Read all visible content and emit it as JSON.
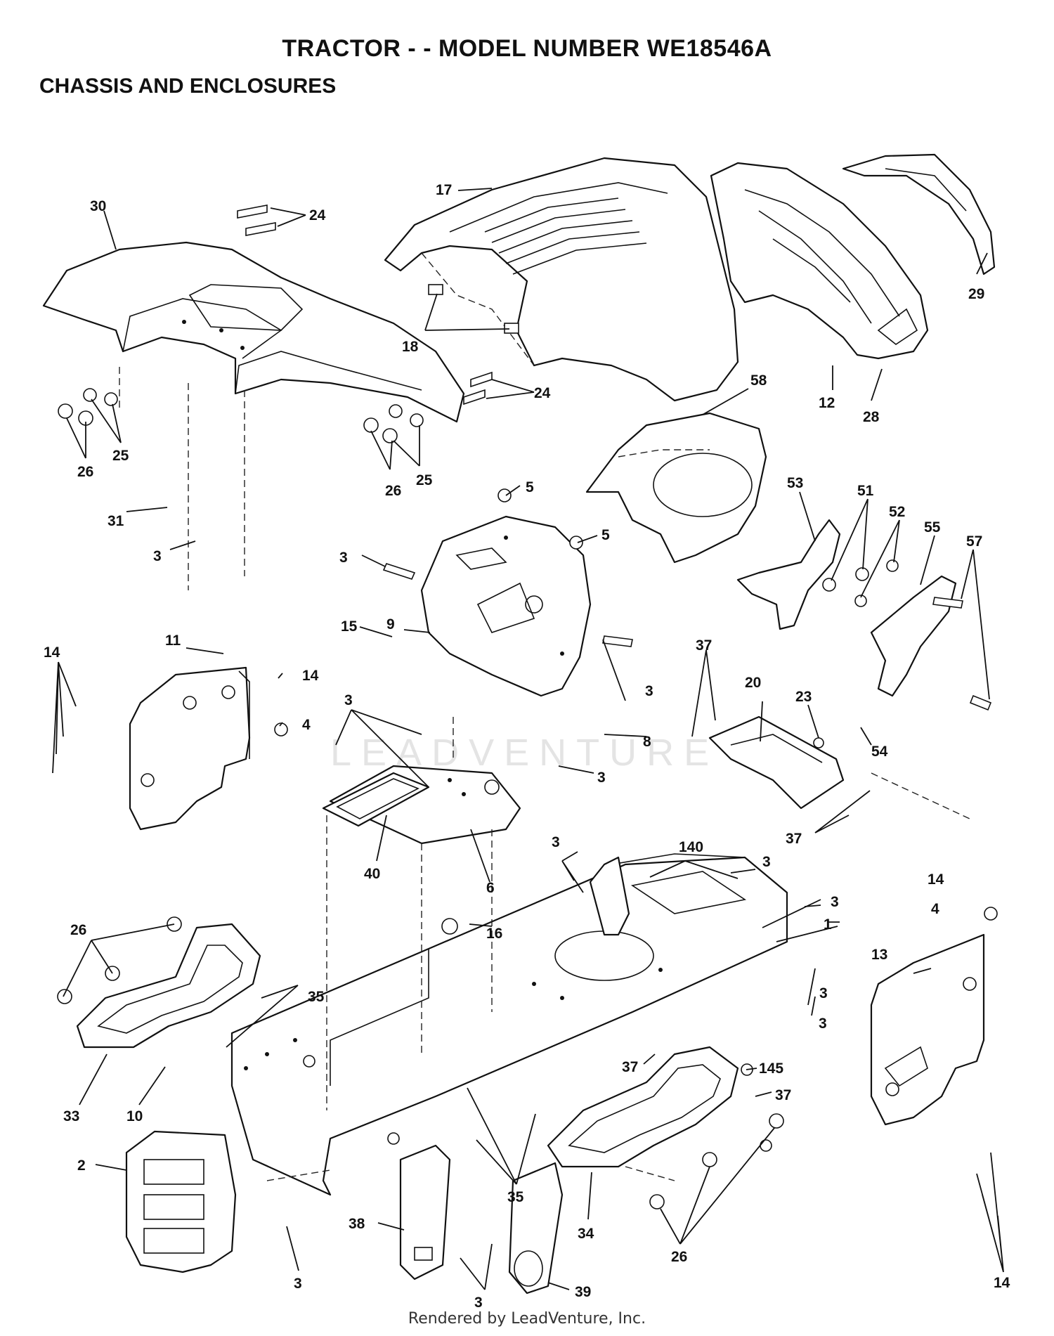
{
  "header": {
    "title": "TRACTOR - - MODEL NUMBER WE18546A",
    "subtitle": "CHASSIS AND ENCLOSURES"
  },
  "watermark": "LEADVENTURE",
  "footer": {
    "credit": "Rendered by LeadVenture, Inc."
  },
  "callouts": [
    "30",
    "24",
    "17",
    "18",
    "29",
    "12",
    "28",
    "24",
    "25",
    "26",
    "25",
    "26",
    "58",
    "31",
    "3",
    "5",
    "5",
    "53",
    "51",
    "52",
    "55",
    "57",
    "3",
    "9",
    "15",
    "14",
    "11",
    "14",
    "4",
    "3",
    "3",
    "37",
    "20",
    "23",
    "54",
    "8",
    "3",
    "37",
    "40",
    "6",
    "3",
    "140",
    "3",
    "14",
    "4",
    "3",
    "1",
    "16",
    "26",
    "13",
    "35",
    "3",
    "3",
    "33",
    "10",
    "37",
    "145",
    "37",
    "2",
    "35",
    "34",
    "26",
    "14",
    "38",
    "3",
    "39",
    "3"
  ]
}
